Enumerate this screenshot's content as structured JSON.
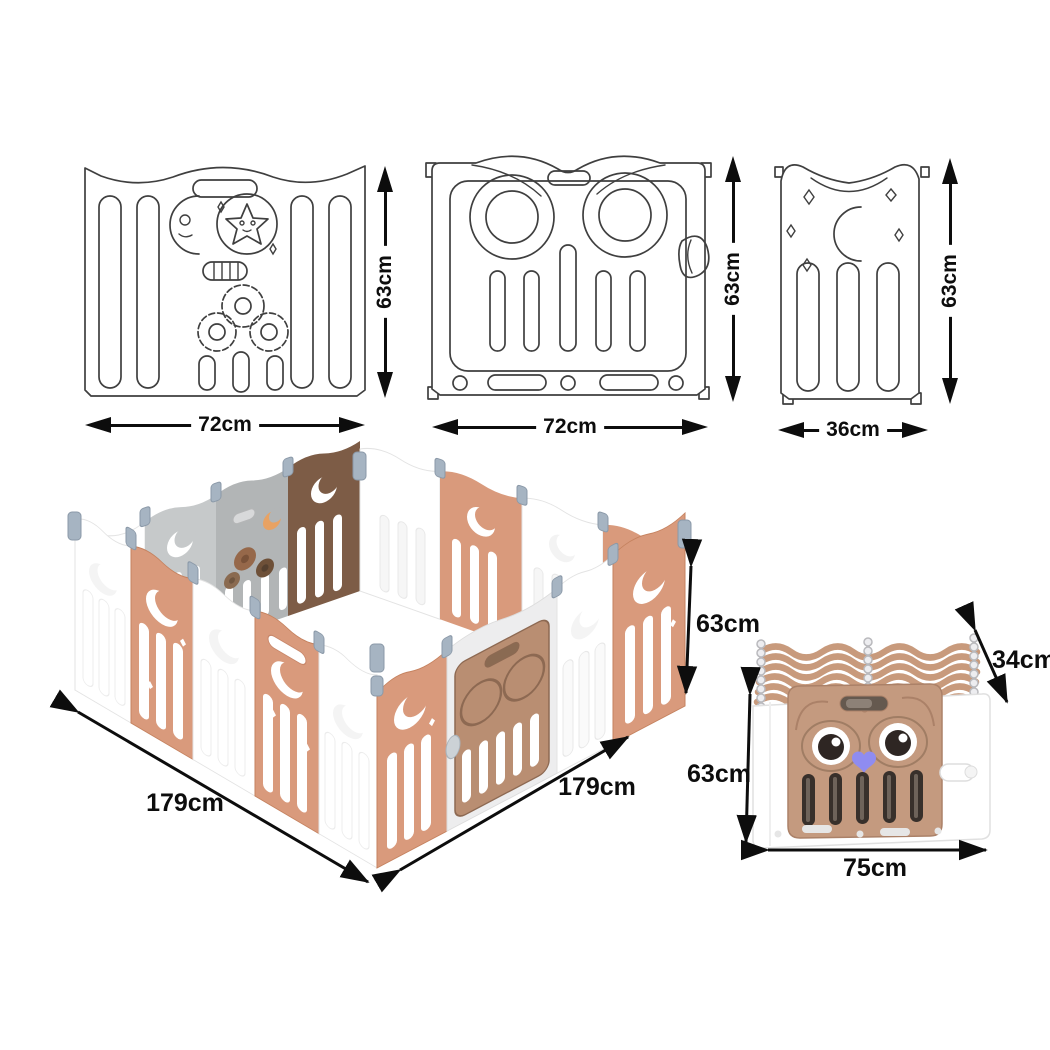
{
  "colors": {
    "line-draw": "#3f3f3f",
    "dim": "#0d0d0d",
    "salmon": "#d99a7c",
    "salmon-edge": "#c5825f",
    "white-panel": "#ffffff",
    "panel-edge": "#e3e3e3",
    "grey-panel": "#c6c9ca",
    "grey-panel-deep": "#b2b5b6",
    "dark-brown": "#7d5c46",
    "door-brown": "#b98e72",
    "door-line": "#8d6952",
    "fold-tan": "#c89a7c",
    "fold-door": "#c49a7f",
    "fold-door-line": "#ab8168",
    "connector": "#a6b4c2",
    "connector-edge": "#8b99a8",
    "chain": "#b9b9bd",
    "pupil": "#2e2623",
    "nose": "#8f8cf0",
    "slot-dark": "#38302b"
  },
  "dimensions": {
    "panel_toy": {
      "width": "72cm",
      "height": "63cm"
    },
    "panel_door": {
      "width": "72cm",
      "height": "63cm"
    },
    "panel_small": {
      "width": "36cm",
      "height": "63cm"
    },
    "assembled": {
      "side_left": "179cm",
      "side_right": "179cm",
      "height": "63cm"
    },
    "folded": {
      "width": "75cm",
      "height": "63cm",
      "depth": "34cm"
    }
  }
}
